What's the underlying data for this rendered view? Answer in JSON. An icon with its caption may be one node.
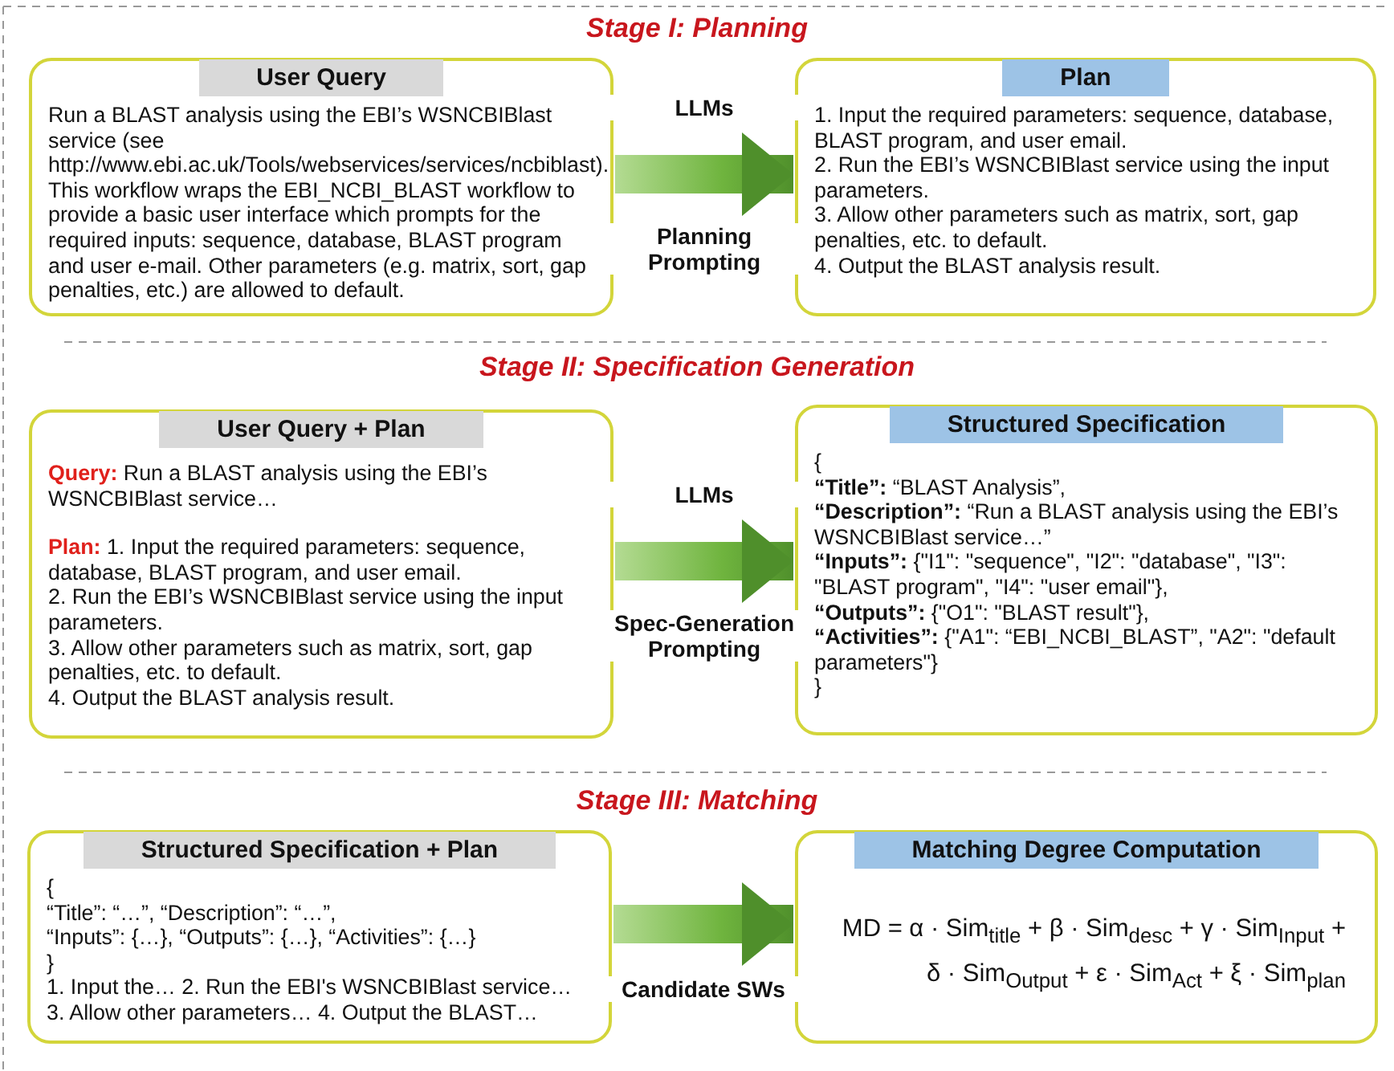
{
  "diagram": {
    "nodes": [
      {
        "text": [
          "User Query",
          "Run a BLAST analysis using the EBI’s WSNCBIBlast service (see http://www.ebi.ac.uk/Tools/webservices/services/ncbiblast). This workflow wraps the EBI_NCBI_BLAST workflow to provide a basic user interface which prompts for the required inputs: sequence, database, BLAST program and user e-mail. Other parameters (e.g. matrix, sort, gap penalties, etc.) are allowed to default."
        ]
      },
      {
        "text": [
          "Plan",
          "1. Input the required parameters: sequence, database, BLAST program, and user email.",
          "2. Run the EBI’s WSNCBIBlast service using the input parameters.",
          "3. Allow other parameters such as matrix, sort, gap penalties, etc. to default.",
          "4. Output the BLAST analysis result."
        ]
      },
      {
        "text": [
          "User Query + Plan",
          "**Query:** Run a BLAST analysis using the EBI’s WSNCBIBlast service…",
          "**Plan:** 1. Input the required parameters: sequence, database, BLAST program, and user email.",
          "2. Run the EBI’s WSNCBIBlast service using the input parameters.",
          "3. Allow other parameters such as matrix, sort, gap penalties, etc. to default.",
          "4. Output the BLAST analysis result."
        ]
      },
      {
        "text": [
          "Structured Specification",
          "{",
          "**“Title”:** “BLAST Analysis”,",
          "**“Description”:** “Run a BLAST analysis using the EBI’s WSNCBIBlast service…”",
          "**“Inputs”:** {\"I1\": \"sequence\", \"I2\": \"database\", \"I3\": \"BLAST program\", \"I4\": \"user email\"},",
          "**“Outputs”:** {\"O1\": \"BLAST result\"},",
          "**“Activities”:** {\"A1\": “EBI_NCBI_BLAST”, \"A2\": \"default parameters\"}",
          "}"
        ]
      },
      {
        "text": [
          "Structured Specification + Plan",
          "{",
          "“Title”: “…”, “Description”: “…”,",
          "“Inputs”: {…}, “Outputs”: {…}, “Activities”: {…}",
          "}",
          "1. Input the… 2. Run the EBI's WSNCBIBlast service…",
          "3. Allow other parameters… 4. Output the BLAST…"
        ]
      },
      {
        "text": [
          "Matching Degree Computation",
          "MD = α · Sim$_{title}$ + β · Sim$_{desc}$ + γ · Sim$_{Input}$ + δ · Sim$_{Output}$ + ε · Sim$_{Act}$ + ξ · Sim$_{plan}$"
        ]
      }
    ],
    "edges": [
      {
        "from": 0,
        "to": 1,
        "arrow": "to",
        "label": "LLMs"
      },
      {
        "from": 2,
        "to": 3,
        "arrow": "to",
        "label": "LLMs"
      },
      {
        "from": 4,
        "to": 5,
        "arrow": "to",
        "label": "Candidate SWs"
      }
    ],
    "labels": [
      "Stage I: Planning",
      "Planning Prompting",
      "Stage II: Specification Generation",
      "Spec-Generation Prompting",
      "Stage III: Matching"
    ]
  }
}
